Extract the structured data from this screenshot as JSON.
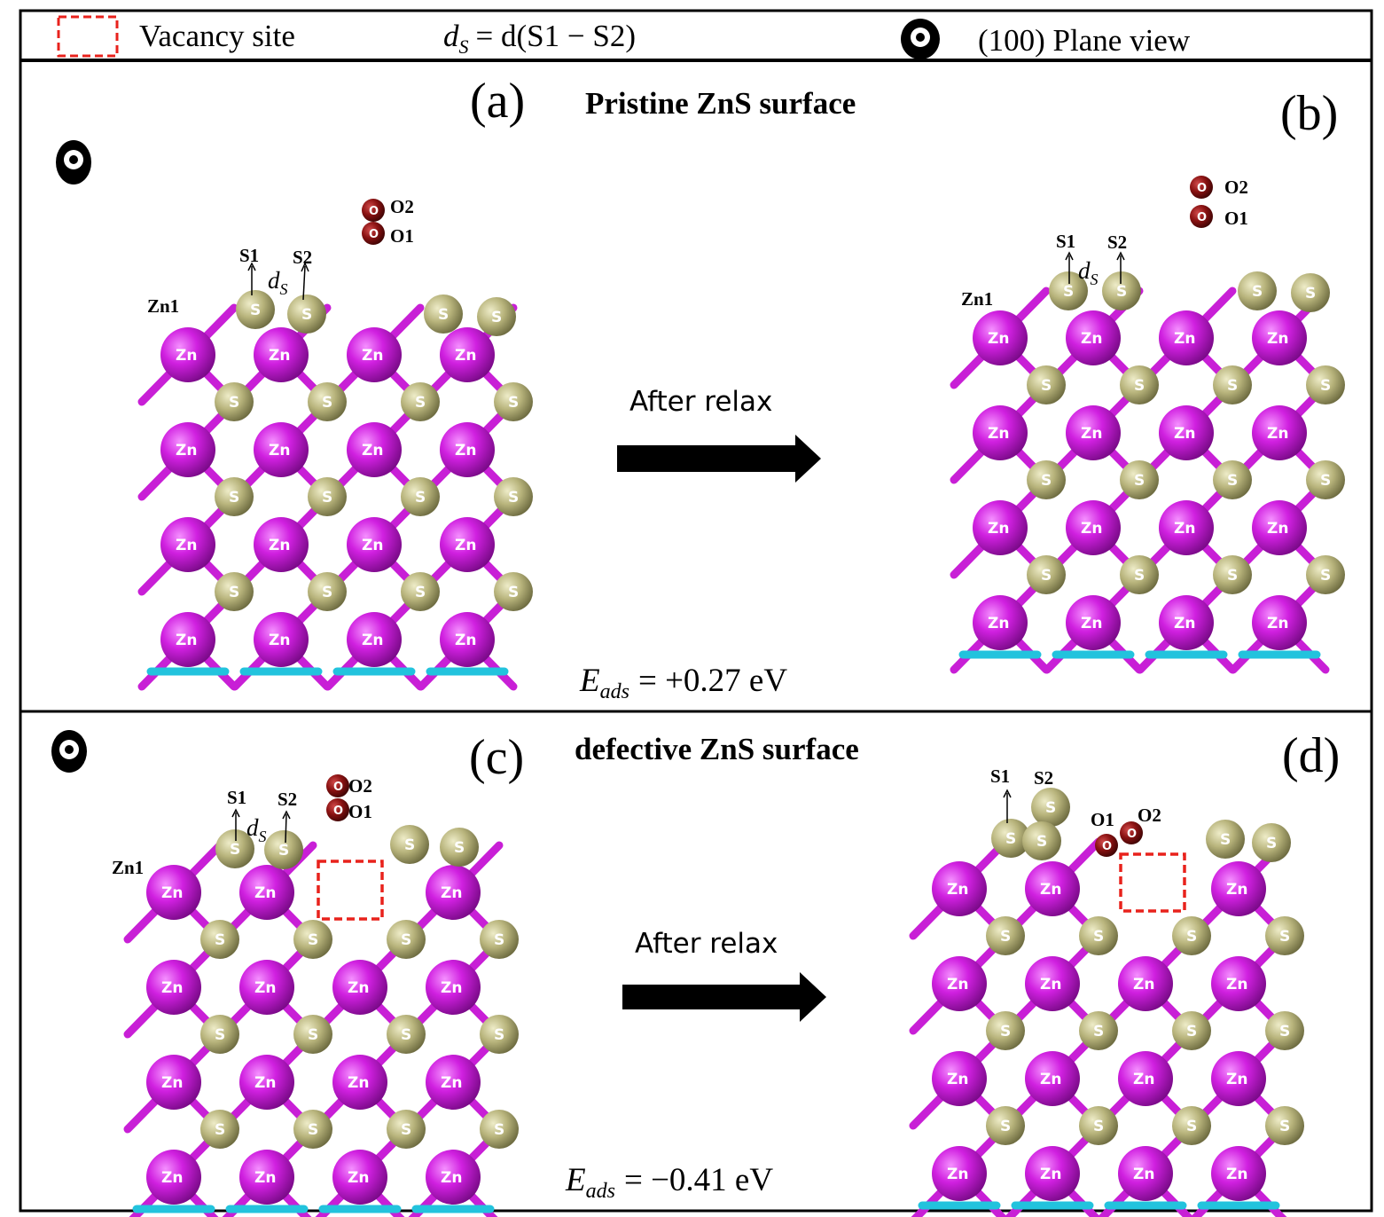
{
  "legend": {
    "vacancy_label": "Vacancy site",
    "ds_def_lhs": "d",
    "ds_def_sub": "S",
    "ds_def_rhs": "= d(S1 − S2)",
    "plane_view": "(100) Plane view"
  },
  "top_section": {
    "panel_a": "(a)",
    "panel_b": "(b)",
    "title": "Pristine ZnS surface",
    "arrow_label": "After relax",
    "energy_lhs": "E",
    "energy_sub": "ads",
    "energy_rhs": "= +0.27 eV"
  },
  "bottom_section": {
    "panel_c": "(c)",
    "panel_d": "(d)",
    "title": "defective ZnS surface",
    "arrow_label": "After relax",
    "energy_lhs": "E",
    "energy_sub": "ads",
    "energy_rhs": "= −0.41 eV"
  },
  "labels": {
    "zn1": "Zn1",
    "s1": "S1",
    "s2": "S2",
    "o1": "O1",
    "o2": "O2",
    "ds_d": "d",
    "ds_sub": "S",
    "zn_atom": "Zn",
    "s_atom": "S",
    "o_atom": "O"
  },
  "colors": {
    "zn": "#cc22dd",
    "s": "#b5b27a",
    "o": "#7a1010",
    "bond_cyan": "#22c3dd",
    "vacancy": "#e8221c"
  }
}
